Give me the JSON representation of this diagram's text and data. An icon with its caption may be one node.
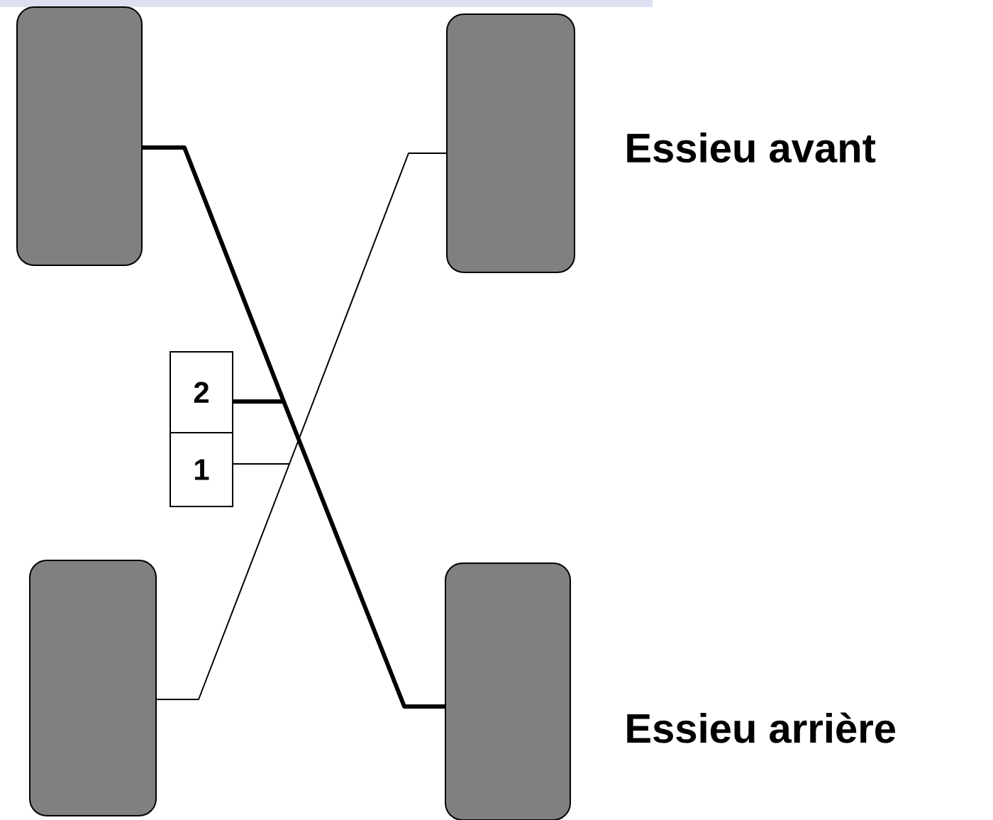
{
  "diagram": {
    "nodes": [
      {
        "text": [],
        "shape": "box"
      },
      {
        "text": [],
        "shape": "box"
      },
      {
        "text": [
          "2"
        ]
      },
      {
        "text": [
          "1"
        ]
      },
      {
        "text": [],
        "shape": "box"
      },
      {
        "text": [],
        "shape": "box"
      }
    ],
    "edges": [
      {
        "from": 2,
        "to": 0,
        "arrow": "none",
        "style": "thick"
      },
      {
        "from": 2,
        "to": 5,
        "arrow": "none",
        "style": "thick"
      },
      {
        "from": 3,
        "to": 1,
        "arrow": "none"
      },
      {
        "from": 3,
        "to": 4,
        "arrow": "none"
      }
    ],
    "labels": [
      "Essieu avant",
      "Essieu arrière"
    ]
  }
}
